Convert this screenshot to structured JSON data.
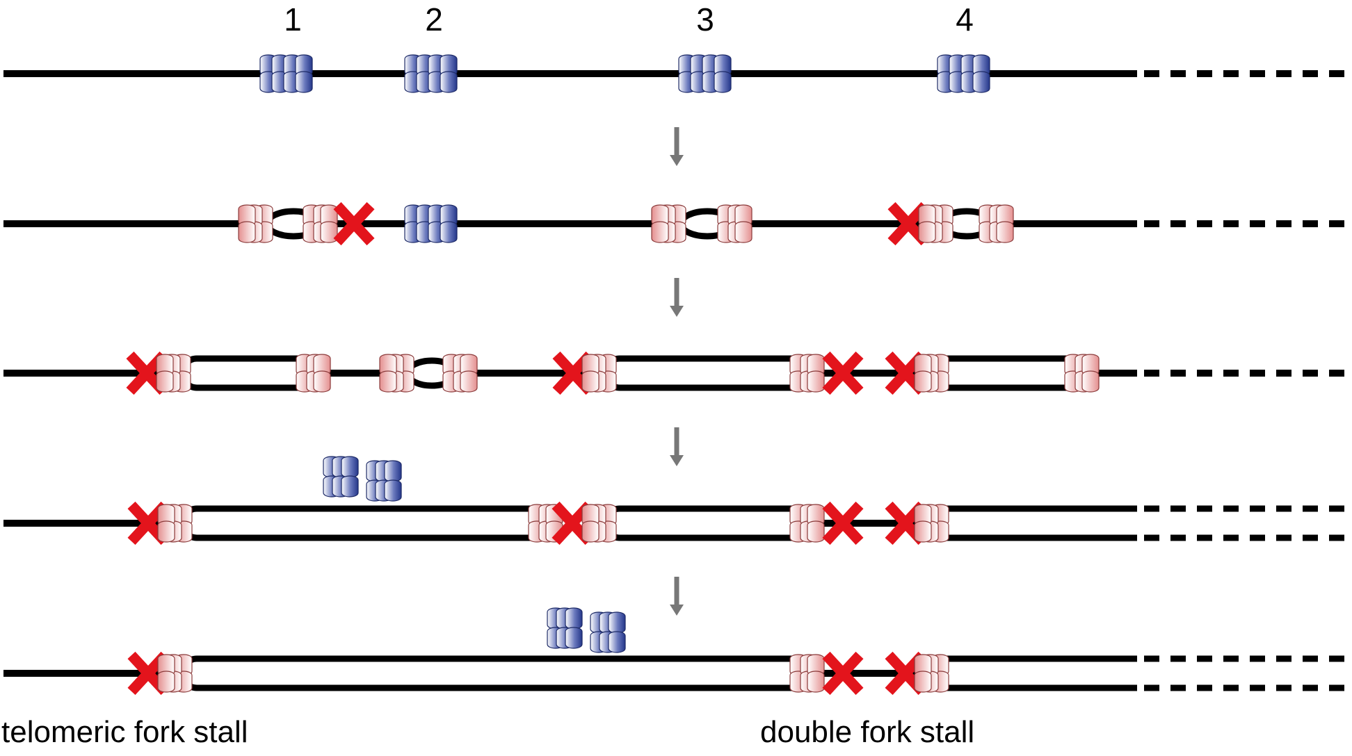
{
  "origin_labels": [
    "1",
    "2",
    "3",
    "4"
  ],
  "captions": {
    "left": "telomeric fork stall",
    "right": "double fork stall"
  },
  "colors": {
    "dna": "#000000",
    "inactive_complex": "#2d3f92",
    "active_complex": "#e8a3a3",
    "stall_mark": "#e3141c",
    "arrow": "#777777"
  }
}
